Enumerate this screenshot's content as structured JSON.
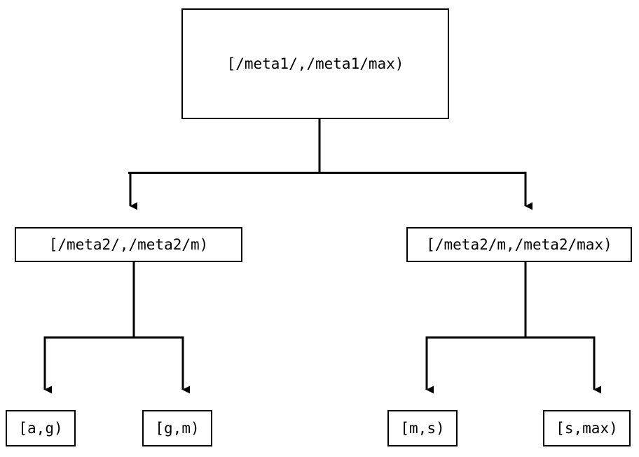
{
  "diagram": {
    "type": "range-partition-tree",
    "background_color": "#ffffff",
    "stroke_color": "#000000",
    "nodes": {
      "root": {
        "label": "[/meta1/,/meta1/max)",
        "level": 0
      },
      "meta2_low": {
        "label": "[/meta2/,/meta2/m)",
        "level": 1
      },
      "meta2_high": {
        "label": "[/meta2/m,/meta2/max)",
        "level": 1
      },
      "leaf_ag": {
        "label": "[a,g)",
        "level": 2
      },
      "leaf_gm": {
        "label": "[g,m)",
        "level": 2
      },
      "leaf_ms": {
        "label": "[m,s)",
        "level": 2
      },
      "leaf_smax": {
        "label": "[s,max)",
        "level": 2
      }
    },
    "edges": [
      {
        "from": "root",
        "to": "meta2_low",
        "arrow": "down"
      },
      {
        "from": "root",
        "to": "meta2_high",
        "arrow": "down"
      },
      {
        "from": "meta2_low",
        "to": "leaf_ag",
        "arrow": "down"
      },
      {
        "from": "meta2_low",
        "to": "leaf_gm",
        "arrow": "down"
      },
      {
        "from": "meta2_high",
        "to": "leaf_ms",
        "arrow": "down"
      },
      {
        "from": "meta2_high",
        "to": "leaf_smax",
        "arrow": "down"
      }
    ]
  }
}
